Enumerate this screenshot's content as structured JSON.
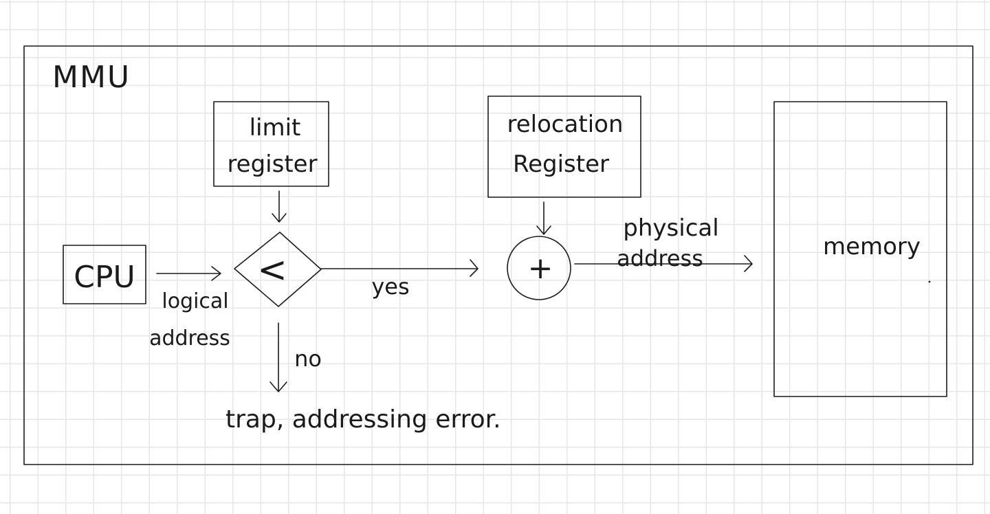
{
  "diagram": {
    "outer_label": "MMU",
    "nodes": {
      "cpu": "CPU",
      "limit_register": [
        "limit",
        "register"
      ],
      "comparator_symbol": "<",
      "relocation_register": [
        "relocation",
        "Register"
      ],
      "adder_symbol": "+",
      "memory": "memory"
    },
    "edge_labels": {
      "logical_address": [
        "logical",
        "address"
      ],
      "yes": "yes",
      "no": "no",
      "physical_address": [
        "physical",
        "address"
      ],
      "trap": "trap, addressing error."
    }
  }
}
